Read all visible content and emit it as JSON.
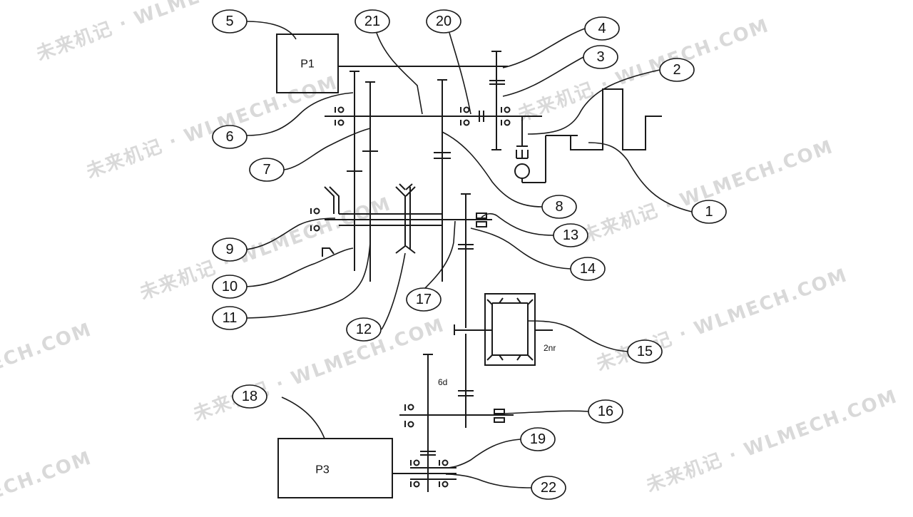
{
  "watermark": {
    "text": "未来机记 · WLMECH.COM",
    "tail": "ECH.COM"
  },
  "boxes": {
    "p1": "P1",
    "p3": "P3"
  },
  "notes": {
    "n6d": "6d",
    "n2nr": "2nr"
  },
  "callouts": {
    "c1": "1",
    "c2": "2",
    "c3": "3",
    "c4": "4",
    "c5": "5",
    "c6": "6",
    "c7": "7",
    "c8": "8",
    "c9": "9",
    "c10": "10",
    "c11": "11",
    "c12": "12",
    "c13": "13",
    "c14": "14",
    "c15": "15",
    "c16": "16",
    "c17": "17",
    "c18": "18",
    "c19": "19",
    "c20": "20",
    "c21": "21",
    "c22": "22"
  }
}
